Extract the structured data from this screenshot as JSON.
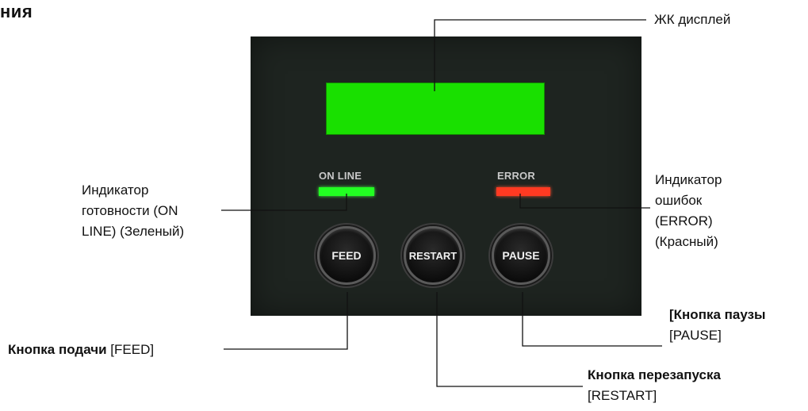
{
  "heading": "ния",
  "panel": {
    "lcd_color": "#19e000",
    "indicators": {
      "online_label": "ON LINE",
      "online_color": "#22ff22",
      "error_label": "ERROR",
      "error_color": "#ff3a22"
    },
    "buttons": {
      "feed": "FEED",
      "restart": "RESTART",
      "pause": "PAUSE"
    }
  },
  "callouts": {
    "lcd": "ЖК дисплей",
    "online_line1": "Индикатор",
    "online_line2": "готовности (ON",
    "online_line3": "LINE) (Зеленый)",
    "error_line1": "Индикатор",
    "error_line2": "ошибок",
    "error_line3": "(ERROR)",
    "error_line4": "(Красный)",
    "feed_bold": "Кнопка подачи",
    "feed_code": "[FEED]",
    "restart_bold": "Кнопка перезапуска",
    "restart_code": "[RESTART]",
    "pause_bold": "[Кнопка паузы",
    "pause_code": "[PAUSE]"
  }
}
